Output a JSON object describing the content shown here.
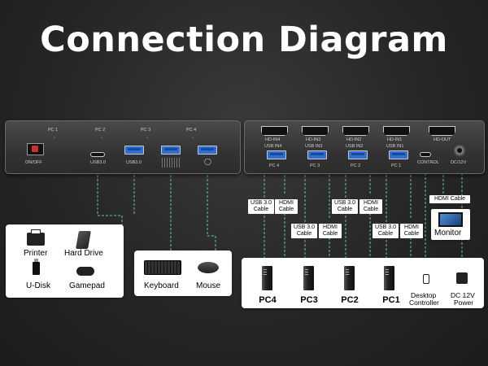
{
  "title": "Connection Diagram",
  "left_panel": {
    "pc_labels": [
      "PC 1",
      "PC 2",
      "PC 3",
      "PC 4"
    ],
    "power_label": "ON/OFF",
    "usb_c_label": "USB3.0",
    "usb_a_label": "USB3.0"
  },
  "right_panel": {
    "hdmi_in_labels": [
      "HD-IN4",
      "HD-IN3",
      "HD-IN2",
      "HD-IN1"
    ],
    "usb_in_labels": [
      "USB IN4",
      "USB IN3",
      "USB IN2",
      "USB IN1"
    ],
    "pc_labels": [
      "PC 4",
      "PC 3",
      "PC 2",
      "PC 1"
    ],
    "hdmi_out_label": "HD-OUT",
    "control_label": "CONTROL",
    "dc_label": "DC/12V"
  },
  "cables": {
    "usb": "USB 3.0\nCable",
    "hdmi": "HDMI\nCable",
    "hdmi_single": "HDMI Cable"
  },
  "peripherals": {
    "printer": "Printer",
    "hard_drive": "Hard Drive",
    "u_disk": "U-Disk",
    "gamepad": "Gamepad",
    "keyboard": "Keyboard",
    "mouse": "Mouse",
    "monitor": "Monitor"
  },
  "computers": [
    "PC4",
    "PC3",
    "PC2",
    "PC1"
  ],
  "controller": {
    "line1": "Desktop",
    "line2": "Controller"
  },
  "power": {
    "line1": "DC 12V",
    "line2": "Power"
  },
  "colors": {
    "accent_blue": "#2f6fd3",
    "dashed_line": "#5fc4b5",
    "power_red": "#d12d2d"
  }
}
